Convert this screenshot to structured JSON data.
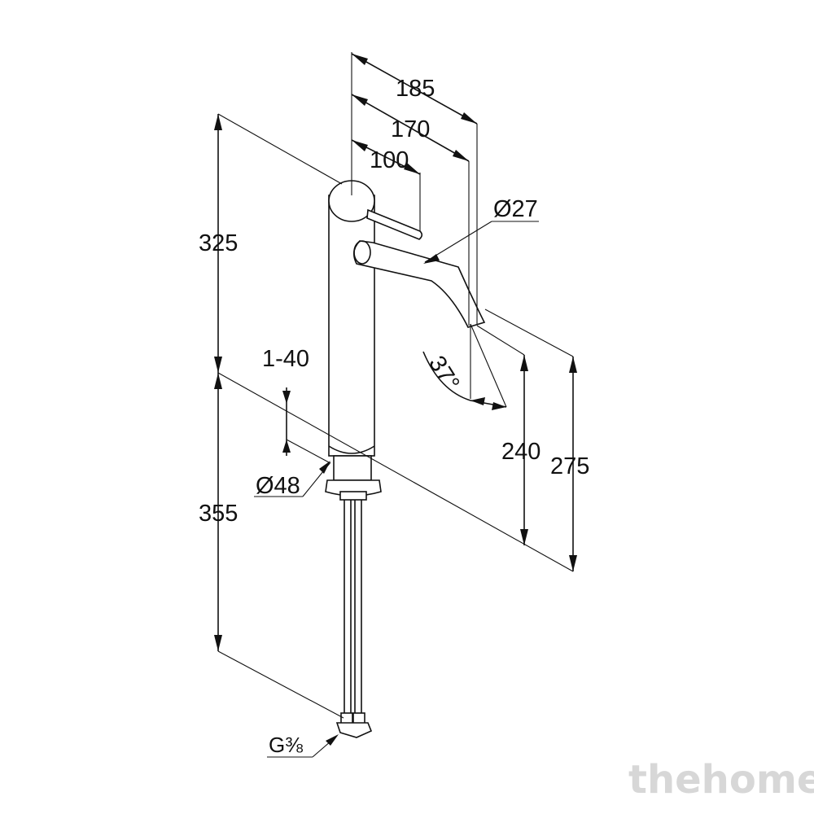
{
  "dimensions": {
    "spout_reach_total": "185",
    "spout_reach": "170",
    "lever_reach": "100",
    "spout_diameter": "Ø27",
    "spout_angle": "37°",
    "height_above_deck": "325",
    "height_below_deck": "355",
    "deck_thickness": "1-40",
    "base_diameter": "Ø48",
    "outlet_height": "240",
    "spout_top_height": "275",
    "connection_thread": "G⅜"
  },
  "watermark": "thehome",
  "colors": {
    "line": "#111111",
    "background": "#ffffff",
    "watermark": "#c9c9c9"
  }
}
